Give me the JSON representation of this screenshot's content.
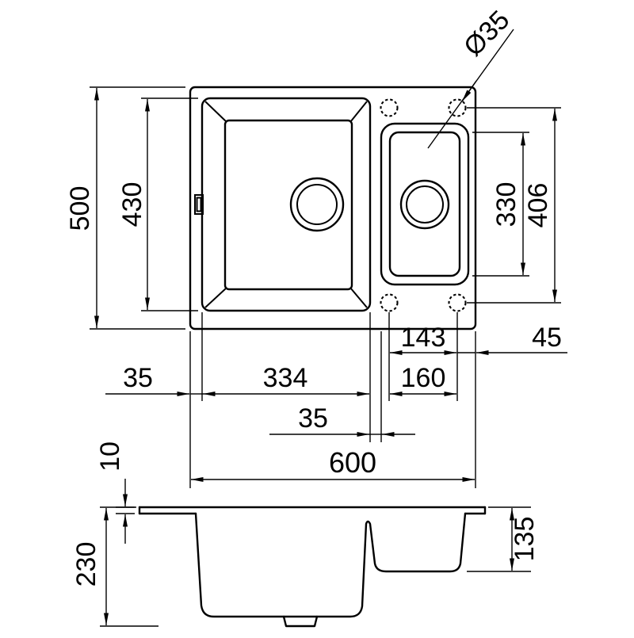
{
  "drawing": {
    "title": "sink-dimension-drawing",
    "dims": {
      "overall_height": "500",
      "main_bowl_height": "430",
      "small_bowl_height": "330",
      "holes_span": "406",
      "holes_spacing": "143",
      "hole_edge_offset": "45",
      "left_margin": "35",
      "main_bowl_width": "334",
      "small_bowl_width": "160",
      "bowl_gap": "35",
      "overall_width": "600",
      "rim_height": "10",
      "main_bowl_depth": "230",
      "small_bowl_depth": "135",
      "hole_diameter": "Ø35"
    },
    "colors": {
      "line": "#000000",
      "background": "#ffffff"
    }
  }
}
